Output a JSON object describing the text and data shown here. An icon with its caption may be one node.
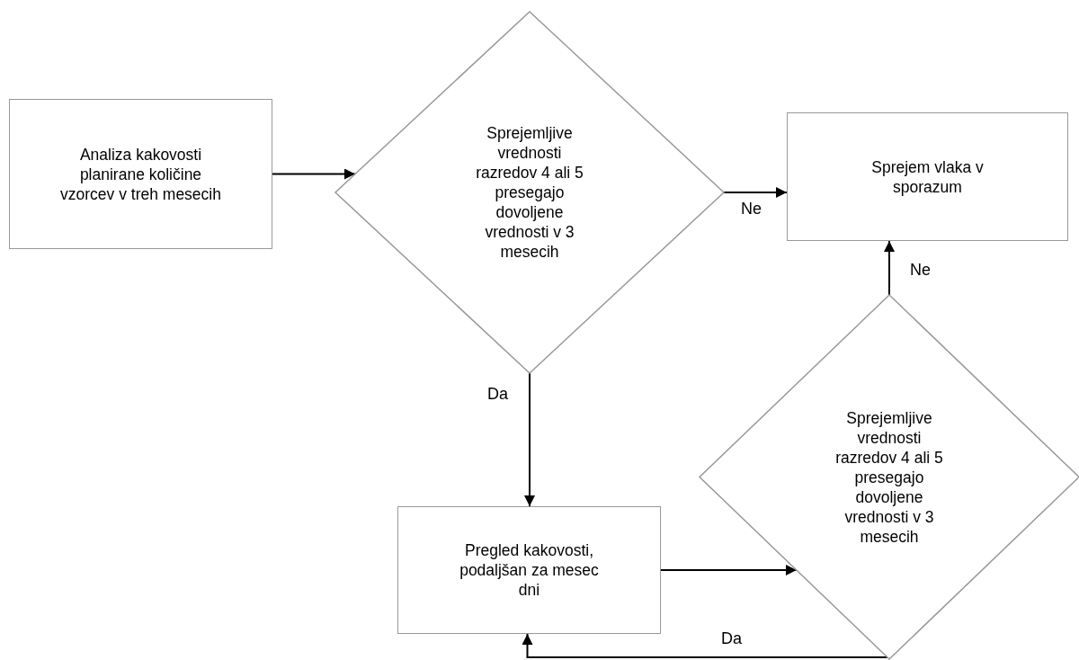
{
  "diagram": {
    "nodes": [
      {
        "text": [
          "Analiza kakovosti planirane količine vzorcev v treh mesecih"
        ]
      },
      {
        "text": [
          "Sprejemljive vrednosti razredov 4 ali 5 presegajo dovoljene vrednosti v 3 mesecih"
        ]
      },
      {
        "text": [
          "Sprejem vlaka v sporazum"
        ]
      },
      {
        "text": [
          "Pregled kakovosti, podaljšan za mesec dni"
        ]
      },
      {
        "text": [
          "Sprejemljive vrednosti razredov 4 ali 5 presegajo dovoljene vrednosti v 3 mesecih"
        ]
      }
    ],
    "edges": [
      {
        "from": 0,
        "to": 1,
        "arrow": "to"
      },
      {
        "from": 1,
        "to": 2,
        "arrow": "to",
        "label": "Ne"
      },
      {
        "from": 1,
        "to": 3,
        "arrow": "to",
        "label": "Da"
      },
      {
        "from": 3,
        "to": 4,
        "arrow": "to"
      },
      {
        "from": 4,
        "to": 2,
        "arrow": "to",
        "label": "Ne"
      },
      {
        "from": 4,
        "to": 3,
        "arrow": "to",
        "label": "Da"
      }
    ]
  }
}
